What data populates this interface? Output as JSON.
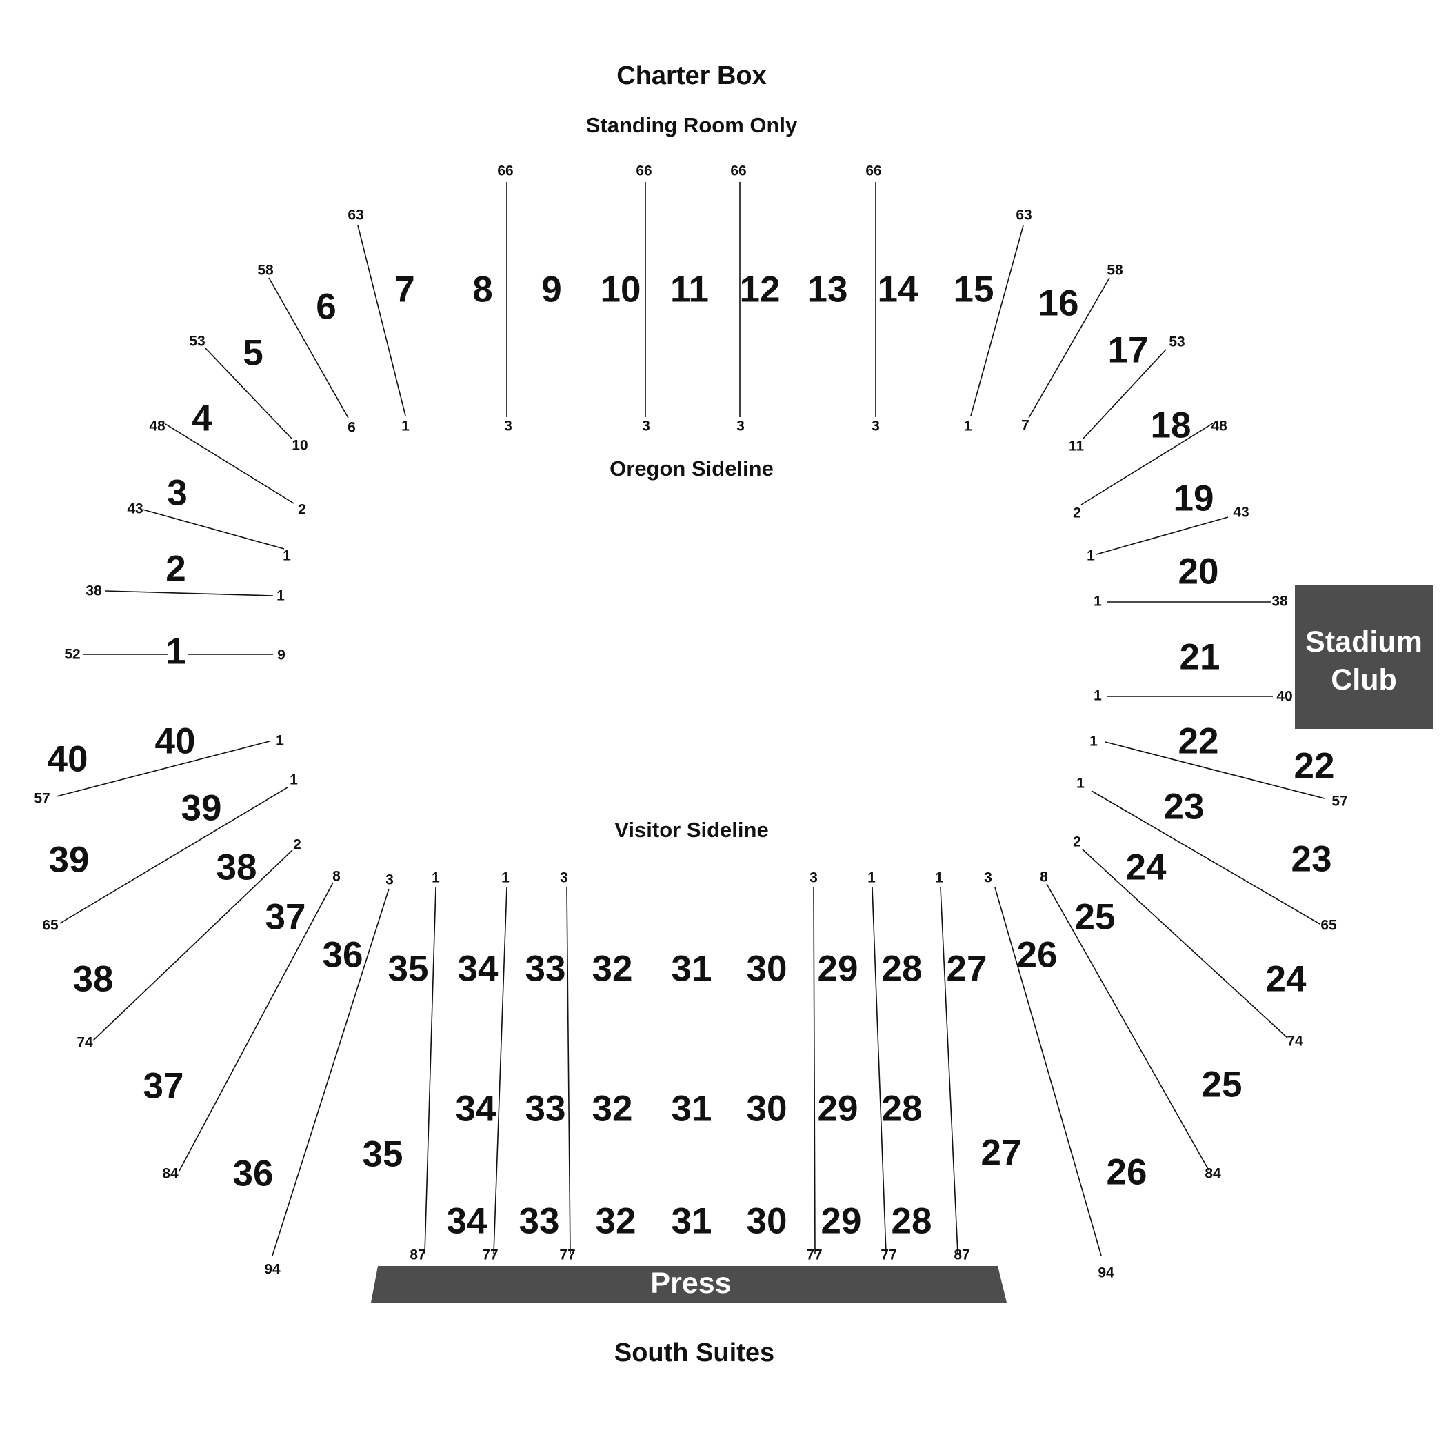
{
  "titles": {
    "charter_box": "Charter Box",
    "standing_room": "Standing Room Only",
    "oregon_sideline": "Oregon Sideline",
    "visitor_sideline": "Visitor Sideline",
    "south_suites": "South Suites",
    "press": "Press",
    "stadium_club_line1": "Stadium",
    "stadium_club_line2": "Club"
  },
  "colors": {
    "block_fill": "#4d4d4d",
    "ink": "#111111",
    "background": "#ffffff"
  },
  "sections": [
    "1",
    "2",
    "3",
    "4",
    "5",
    "6",
    "7",
    "8",
    "9",
    "10",
    "11",
    "12",
    "13",
    "14",
    "15",
    "16",
    "17",
    "18",
    "19",
    "20",
    "21",
    "22",
    "22",
    "23",
    "23",
    "24",
    "24",
    "25",
    "25",
    "26",
    "26",
    "27",
    "27",
    "28",
    "28",
    "28",
    "29",
    "29",
    "29",
    "30",
    "30",
    "30",
    "31",
    "31",
    "31",
    "32",
    "32",
    "32",
    "33",
    "33",
    "33",
    "34",
    "34",
    "34",
    "35",
    "35",
    "36",
    "36",
    "37",
    "37",
    "38",
    "38",
    "39",
    "39",
    "40",
    "40"
  ],
  "row_labels": [
    "66",
    "66",
    "66",
    "66",
    "3",
    "3",
    "3",
    "3",
    "63",
    "1",
    "63",
    "1",
    "58",
    "6",
    "58",
    "7",
    "53",
    "10",
    "53",
    "11",
    "48",
    "2",
    "48",
    "2",
    "43",
    "1",
    "43",
    "1",
    "38",
    "1",
    "1",
    "38",
    "52",
    "9",
    "1",
    "40",
    "1",
    "57",
    "1",
    "57",
    "1",
    "65",
    "1",
    "65",
    "2",
    "74",
    "2",
    "74",
    "8",
    "84",
    "8",
    "84",
    "3",
    "94",
    "3",
    "94",
    "1",
    "87",
    "1",
    "87",
    "1",
    "77",
    "3",
    "77",
    "3",
    "77",
    "1",
    "77"
  ]
}
